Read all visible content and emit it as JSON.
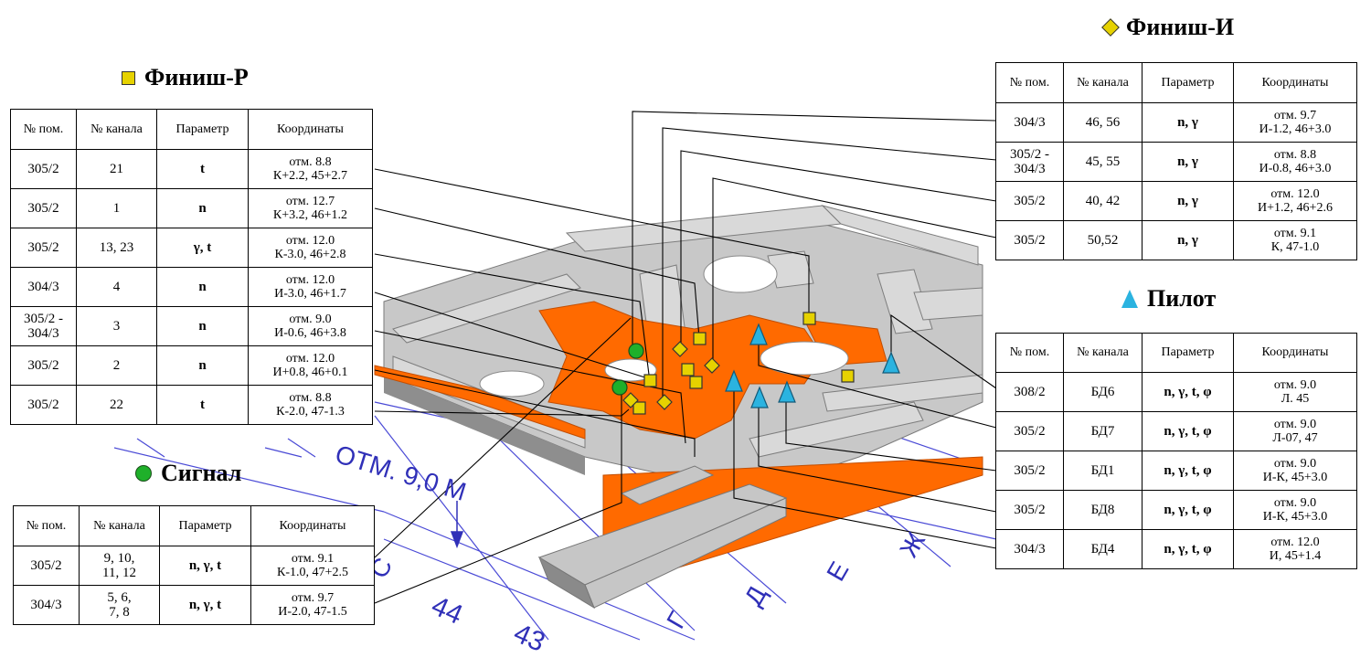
{
  "legends": {
    "finish_r": "Финиш-Р",
    "finish_i": "Финиш-И",
    "pilot": "Пилот",
    "signal": "Сигнал"
  },
  "headers": {
    "room": "№ пом.",
    "channel": "№ канала",
    "param": "Параметр",
    "coords": "Координаты"
  },
  "finish_r_rows": [
    {
      "room": "305/2",
      "channel": "21",
      "param": "t",
      "coords": "отм. 8.8\nК+2.2, 45+2.7"
    },
    {
      "room": "305/2",
      "channel": "1",
      "param": "n",
      "coords": "отм. 12.7\nК+3.2, 46+1.2"
    },
    {
      "room": "305/2",
      "channel": "13, 23",
      "param": "γ,  t",
      "coords": "отм. 12.0\nК-3.0, 46+2.8"
    },
    {
      "room": "304/3",
      "channel": "4",
      "param": "n",
      "coords": "отм. 12.0\nИ-3.0, 46+1.7"
    },
    {
      "room": "305/2 -\n304/3",
      "channel": "3",
      "param": "n",
      "coords": "отм. 9.0\nИ-0.6, 46+3.8"
    },
    {
      "room": "305/2",
      "channel": "2",
      "param": "n",
      "coords": "отм. 12.0\nИ+0.8, 46+0.1"
    },
    {
      "room": "305/2",
      "channel": "22",
      "param": "t",
      "coords": "отм. 8.8\nК-2.0, 47-1.3"
    }
  ],
  "finish_i_rows": [
    {
      "room": "304/3",
      "channel": "46, 56",
      "param": "n, γ",
      "coords": "отм. 9.7\nИ-1.2, 46+3.0"
    },
    {
      "room": "305/2 -\n304/3",
      "channel": "45, 55",
      "param": "n, γ",
      "coords": "отм. 8.8\nИ-0.8, 46+3.0"
    },
    {
      "room": "305/2",
      "channel": "40, 42",
      "param": "n, γ",
      "coords": "отм. 12.0\nИ+1.2, 46+2.6"
    },
    {
      "room": "305/2",
      "channel": "50,52",
      "param": "n, γ",
      "coords": "отм. 9.1\nК, 47-1.0"
    }
  ],
  "pilot_rows": [
    {
      "room": "308/2",
      "channel": "БД6",
      "param": "n, γ, t, φ",
      "coords": "отм. 9.0\nЛ.  45"
    },
    {
      "room": "305/2",
      "channel": "БД7",
      "param": "n, γ, t, φ",
      "coords": "отм. 9.0\nЛ-07,  47"
    },
    {
      "room": "305/2",
      "channel": "БД1",
      "param": "n, γ, t, φ",
      "coords": "отм. 9.0\nИ-К, 45+3.0"
    },
    {
      "room": "305/2",
      "channel": "БД8",
      "param": "n, γ, t, φ",
      "coords": "отм. 9.0\nИ-К, 45+3.0"
    },
    {
      "room": "304/3",
      "channel": "БД4",
      "param": "n, γ, t, φ",
      "coords": "отм. 12.0\nИ, 45+1.4"
    }
  ],
  "signal_rows": [
    {
      "room": "305/2",
      "channel": "9, 10,\n11, 12",
      "param": "n, γ, t",
      "coords": "отм. 9.1\nК-1.0, 47+2.5"
    },
    {
      "room": "304/3",
      "channel": "5, 6,\n7, 8",
      "param": "n, γ, t",
      "coords": "отм. 9.7\nИ-2.0, 47-1.5"
    }
  ],
  "plan_labels": {
    "elevation": "ОТМ. 9,0 М",
    "axis_43": "43",
    "axis_44": "44",
    "axis_g": "Г",
    "axis_d": "Д",
    "axis_e": "Е",
    "axis_zh": "Ж",
    "axis_s": "С"
  },
  "colors": {
    "structure": "#c4c4c4",
    "structure_dark": "#8c8c8c",
    "hot_zone": "#ff6a00",
    "grid_blue": "#3a3acd",
    "finish_marker": "#e6d200",
    "signal_marker": "#1fb02a",
    "pilot_marker": "#2bb3e0"
  }
}
